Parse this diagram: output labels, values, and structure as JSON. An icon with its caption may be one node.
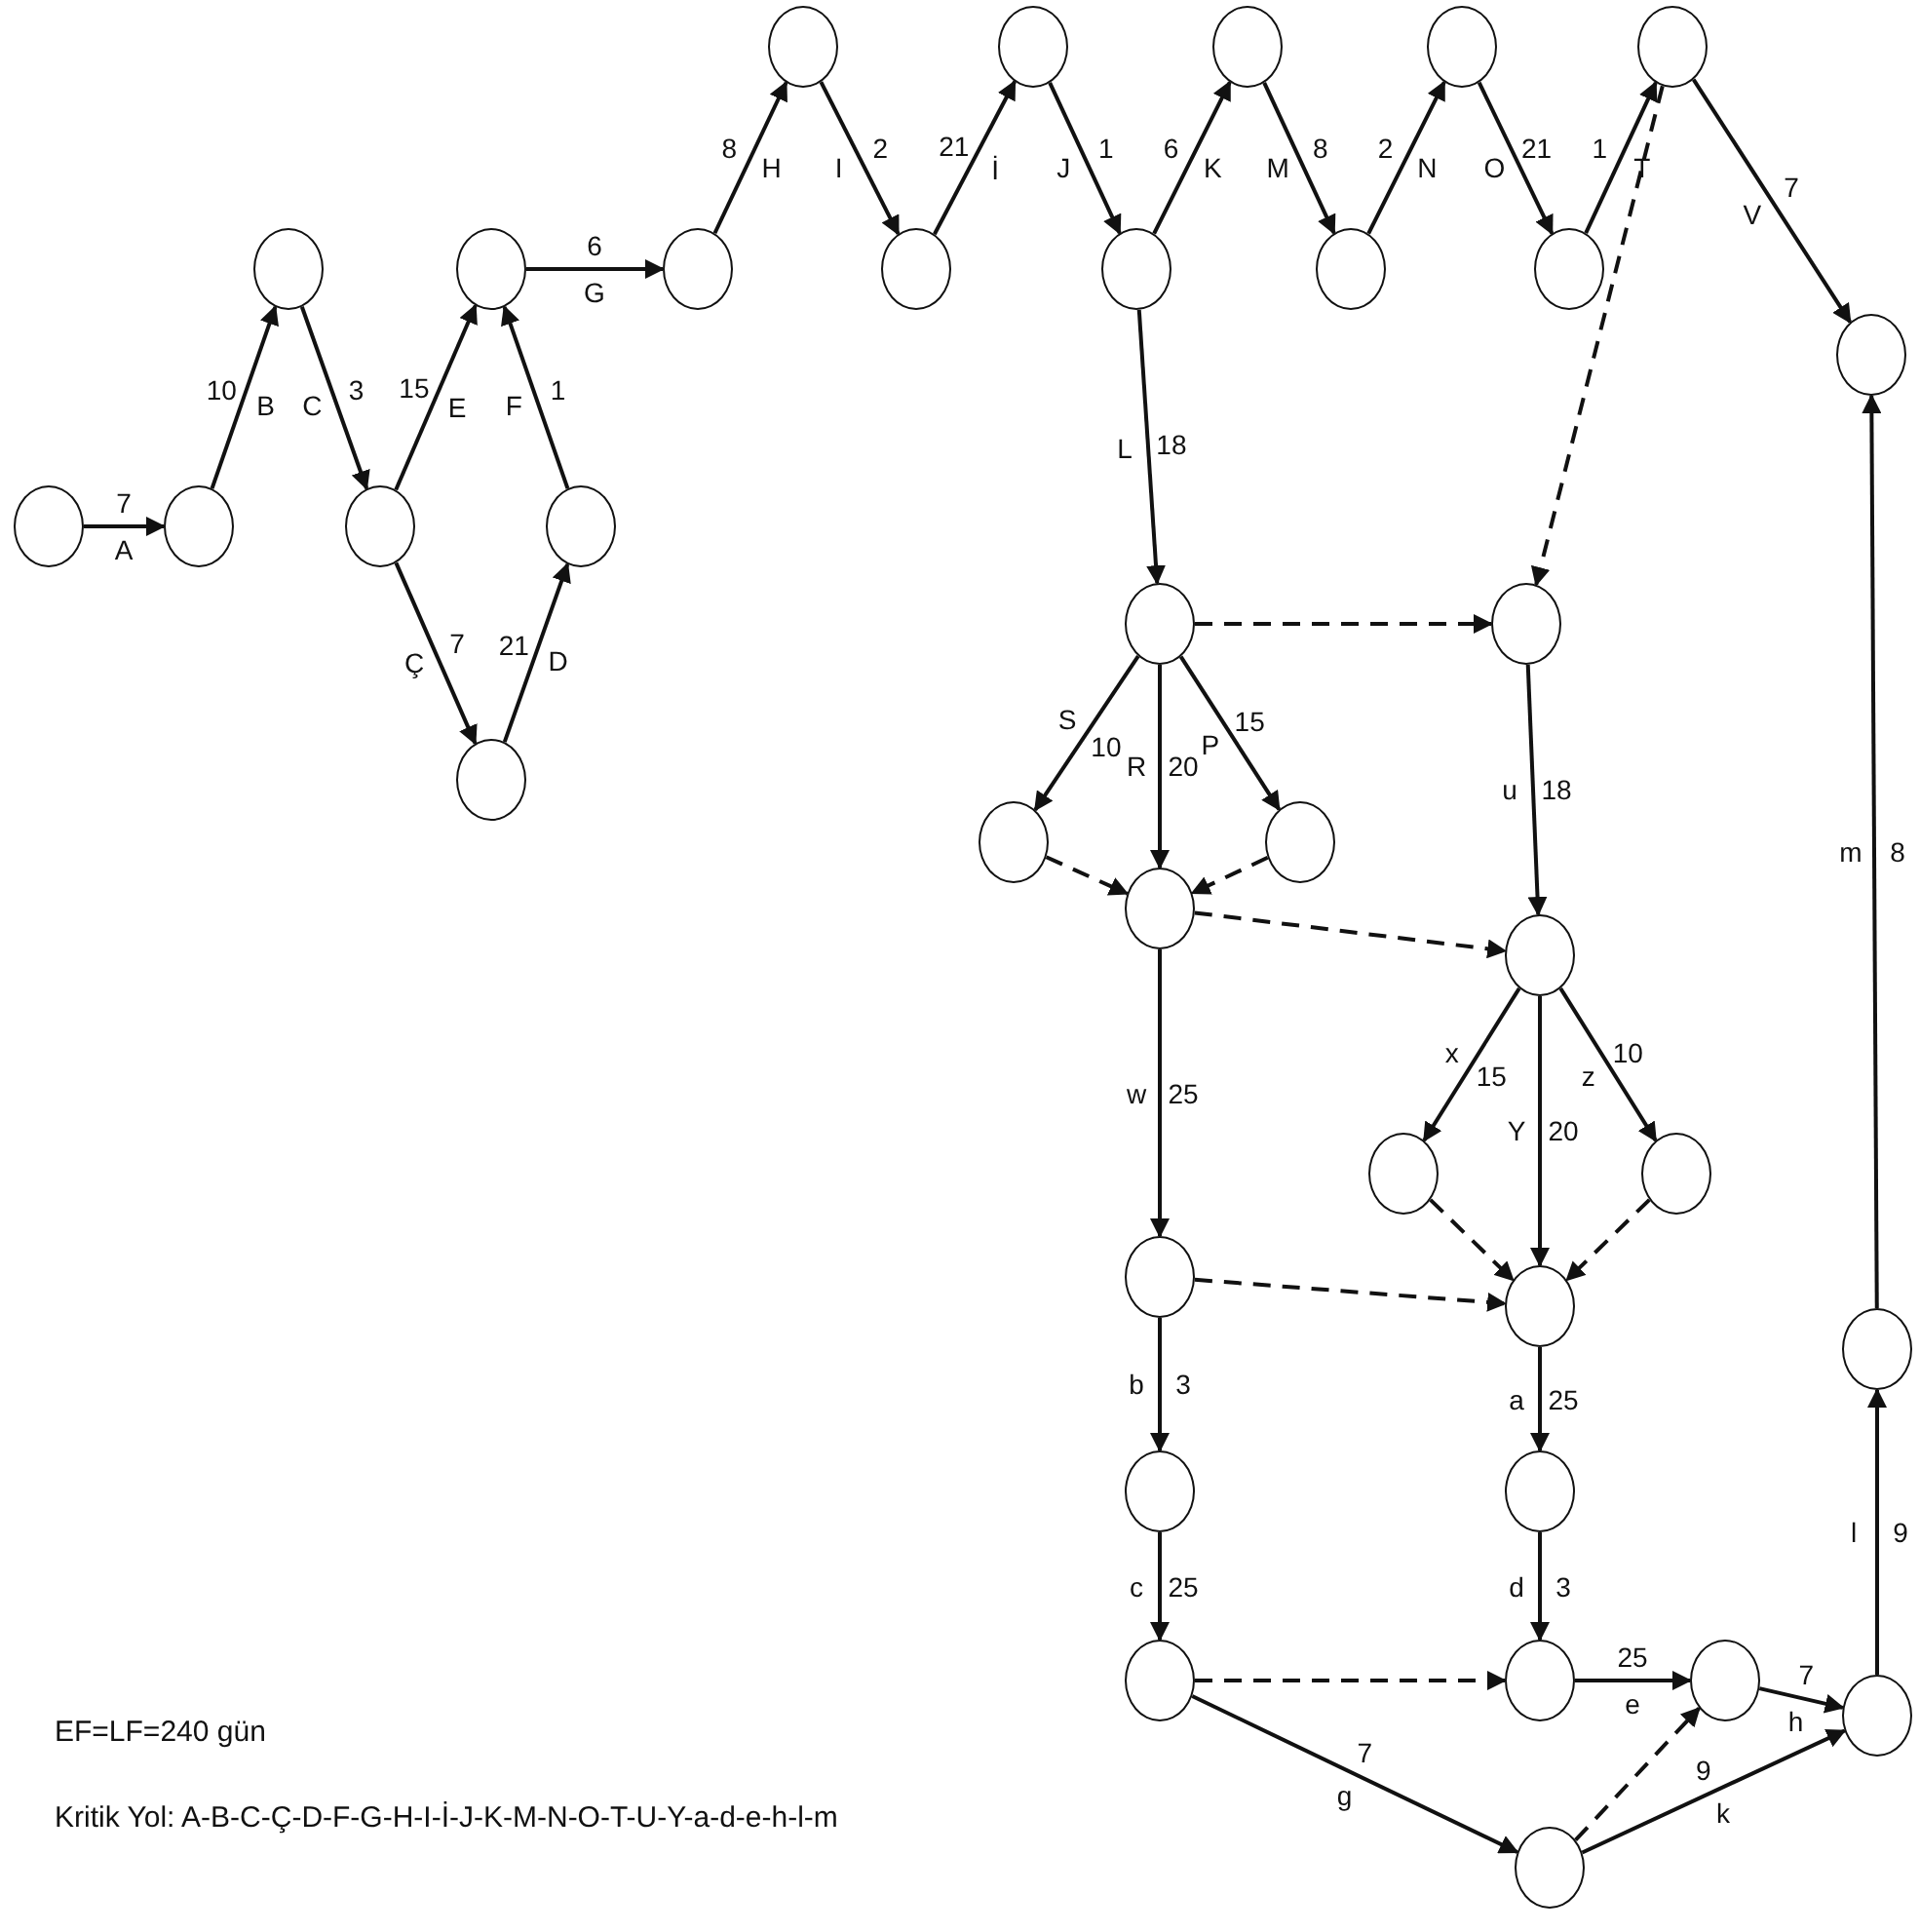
{
  "diagram": {
    "nodes": [
      {
        "text": [],
        "shape": "circle"
      },
      {
        "text": [],
        "shape": "circle"
      },
      {
        "text": [],
        "shape": "circle"
      },
      {
        "text": [],
        "shape": "circle"
      },
      {
        "text": [],
        "shape": "circle"
      },
      {
        "text": [],
        "shape": "circle"
      },
      {
        "text": [],
        "shape": "circle"
      },
      {
        "text": [],
        "shape": "circle"
      },
      {
        "text": [],
        "shape": "circle"
      },
      {
        "text": [],
        "shape": "circle"
      },
      {
        "text": [],
        "shape": "circle"
      },
      {
        "text": [],
        "shape": "circle"
      },
      {
        "text": [],
        "shape": "circle"
      },
      {
        "text": [],
        "shape": "circle"
      },
      {
        "text": [],
        "shape": "circle"
      },
      {
        "text": [],
        "shape": "circle"
      },
      {
        "text": [],
        "shape": "circle"
      },
      {
        "text": [],
        "shape": "circle"
      },
      {
        "text": [],
        "shape": "circle"
      },
      {
        "text": [],
        "shape": "circle"
      },
      {
        "text": [],
        "shape": "circle"
      },
      {
        "text": [],
        "shape": "circle"
      },
      {
        "text": [],
        "shape": "circle"
      },
      {
        "text": [],
        "shape": "circle"
      },
      {
        "text": [],
        "shape": "circle"
      },
      {
        "text": [],
        "shape": "circle"
      },
      {
        "text": [],
        "shape": "circle"
      },
      {
        "text": [],
        "shape": "circle"
      },
      {
        "text": [],
        "shape": "circle"
      },
      {
        "text": [],
        "shape": "circle"
      },
      {
        "text": [],
        "shape": "circle"
      },
      {
        "text": [],
        "shape": "circle"
      },
      {
        "text": [],
        "shape": "circle"
      },
      {
        "text": [],
        "shape": "circle"
      },
      {
        "text": [],
        "shape": "circle"
      },
      {
        "text": [],
        "shape": "circle"
      }
    ],
    "edges": [
      {
        "from": 0,
        "to": 1,
        "arrow": "to",
        "label": "A 7"
      },
      {
        "from": 1,
        "to": 2,
        "arrow": "to",
        "label": "B 10"
      },
      {
        "from": 2,
        "to": 3,
        "arrow": "to",
        "label": "C 3"
      },
      {
        "from": 3,
        "to": 4,
        "arrow": "to",
        "label": "E 15"
      },
      {
        "from": 3,
        "to": 6,
        "arrow": "to",
        "label": "Ç 7"
      },
      {
        "from": 6,
        "to": 5,
        "arrow": "to",
        "label": "D 21"
      },
      {
        "from": 5,
        "to": 4,
        "arrow": "to",
        "label": "F 1"
      },
      {
        "from": 4,
        "to": 7,
        "arrow": "to",
        "label": "G 6"
      },
      {
        "from": 7,
        "to": 8,
        "arrow": "to",
        "label": "H 8"
      },
      {
        "from": 8,
        "to": 9,
        "arrow": "to",
        "label": "I 2"
      },
      {
        "from": 9,
        "to": 10,
        "arrow": "to",
        "label": "İ 21"
      },
      {
        "from": 10,
        "to": 11,
        "arrow": "to",
        "label": "J 1"
      },
      {
        "from": 11,
        "to": 12,
        "arrow": "to",
        "label": "K 6"
      },
      {
        "from": 12,
        "to": 13,
        "arrow": "to",
        "label": "M 8"
      },
      {
        "from": 13,
        "to": 14,
        "arrow": "to",
        "label": "N 2"
      },
      {
        "from": 14,
        "to": 15,
        "arrow": "to",
        "label": "O 21"
      },
      {
        "from": 15,
        "to": 16,
        "arrow": "to",
        "label": "T 1"
      },
      {
        "from": 16,
        "to": 17,
        "arrow": "to",
        "label": "V 7"
      },
      {
        "from": 16,
        "to": 19,
        "arrow": "to",
        "style": "dashed"
      },
      {
        "from": 11,
        "to": 18,
        "arrow": "to",
        "label": "L 18"
      },
      {
        "from": 18,
        "to": 19,
        "arrow": "to",
        "style": "dashed"
      },
      {
        "from": 18,
        "to": 20,
        "arrow": "to",
        "label": "S 10"
      },
      {
        "from": 18,
        "to": 21,
        "arrow": "to",
        "label": "R 20"
      },
      {
        "from": 18,
        "to": 22,
        "arrow": "to",
        "label": "P 15"
      },
      {
        "from": 20,
        "to": 21,
        "arrow": "to",
        "style": "dashed"
      },
      {
        "from": 22,
        "to": 21,
        "arrow": "to",
        "style": "dashed"
      },
      {
        "from": 19,
        "to": 23,
        "arrow": "to",
        "label": "u 18"
      },
      {
        "from": 21,
        "to": 23,
        "arrow": "to",
        "style": "dashed"
      },
      {
        "from": 21,
        "to": 24,
        "arrow": "to",
        "label": "w 25"
      },
      {
        "from": 23,
        "to": 25,
        "arrow": "to",
        "label": "x 15"
      },
      {
        "from": 23,
        "to": 26,
        "arrow": "to",
        "label": "Y 20"
      },
      {
        "from": 23,
        "to": 27,
        "arrow": "to",
        "label": "z 10"
      },
      {
        "from": 25,
        "to": 26,
        "arrow": "to",
        "style": "dashed"
      },
      {
        "from": 27,
        "to": 26,
        "arrow": "to",
        "style": "dashed"
      },
      {
        "from": 24,
        "to": 26,
        "arrow": "to",
        "style": "dashed"
      },
      {
        "from": 24,
        "to": 28,
        "arrow": "to",
        "label": "b 3"
      },
      {
        "from": 26,
        "to": 29,
        "arrow": "to",
        "label": "a 25"
      },
      {
        "from": 28,
        "to": 30,
        "arrow": "to",
        "label": "c 25"
      },
      {
        "from": 29,
        "to": 31,
        "arrow": "to",
        "label": "d 3"
      },
      {
        "from": 30,
        "to": 31,
        "arrow": "to",
        "style": "dashed"
      },
      {
        "from": 31,
        "to": 32,
        "arrow": "to",
        "label": "e 25"
      },
      {
        "from": 32,
        "to": 34,
        "arrow": "to",
        "label": "h 7"
      },
      {
        "from": 30,
        "to": 35,
        "arrow": "to",
        "label": "g 7"
      },
      {
        "from": 35,
        "to": 32,
        "arrow": "to",
        "style": "dashed"
      },
      {
        "from": 35,
        "to": 34,
        "arrow": "to",
        "label": "k 9"
      },
      {
        "from": 34,
        "to": 33,
        "arrow": "to",
        "label": "l 9"
      },
      {
        "from": 33,
        "to": 17,
        "arrow": "to",
        "label": "m 8"
      }
    ],
    "labels": [
      "EF=LF=240 gün",
      "Kritik Yol: A-B-C-Ç-D-F-G-H-I-İ-J-K-M-N-O-T-U-Y-a-d-e-h-l-m"
    ]
  }
}
